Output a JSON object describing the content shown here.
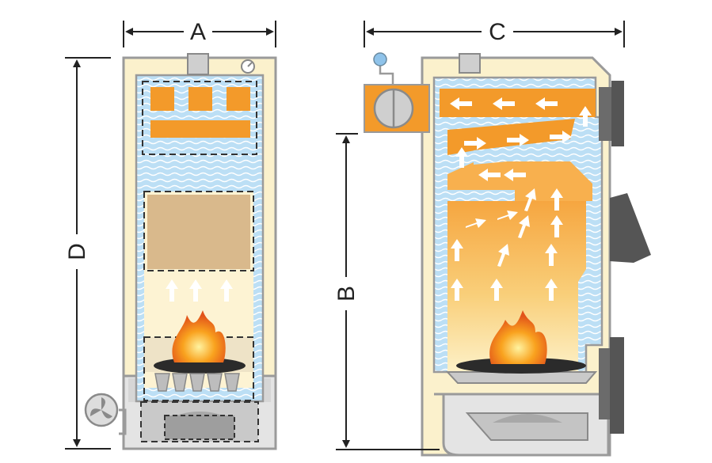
{
  "labels": {
    "a": "A",
    "b": "B",
    "c": "C",
    "d": "D"
  },
  "colors": {
    "cream": "#fbf1cc",
    "water": "#bcdff5",
    "wave": "#ffffff",
    "casing": "#9a9a9a",
    "flue": "#f39a2a",
    "ash": "#d6d6d6",
    "door": "#555555",
    "fuel": "#d9b98c"
  },
  "icons": [
    "fan-icon",
    "thermometer-icon",
    "flame-icon",
    "arrow-up-icon",
    "exhaust-fan-icon"
  ]
}
